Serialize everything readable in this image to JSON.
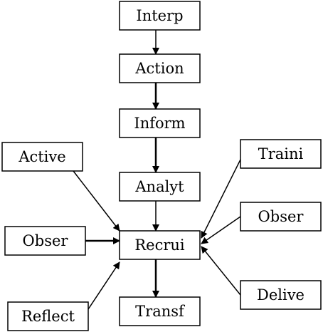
{
  "diagram": {
    "nodes": {
      "interp": {
        "label": "Interp"
      },
      "action": {
        "label": "Action"
      },
      "inform": {
        "label": "Inform"
      },
      "analyt": {
        "label": "Analyt"
      },
      "recrui": {
        "label": "Recrui"
      },
      "transf": {
        "label": "Transf"
      },
      "active": {
        "label": "Active"
      },
      "obser_l": {
        "label": "Obser"
      },
      "reflect": {
        "label": "Reflect"
      },
      "traini": {
        "label": "Traini"
      },
      "obser_r": {
        "label": "Obser"
      },
      "delive": {
        "label": "Delive"
      }
    },
    "edges": [
      {
        "from": "interp",
        "to": "action"
      },
      {
        "from": "action",
        "to": "inform"
      },
      {
        "from": "inform",
        "to": "analyt"
      },
      {
        "from": "analyt",
        "to": "recrui"
      },
      {
        "from": "recrui",
        "to": "transf"
      },
      {
        "from": "active",
        "to": "recrui"
      },
      {
        "from": "obser_l",
        "to": "recrui"
      },
      {
        "from": "reflect",
        "to": "recrui"
      },
      {
        "from": "traini",
        "to": "recrui"
      },
      {
        "from": "obser_r",
        "to": "recrui"
      },
      {
        "from": "delive",
        "to": "recrui"
      }
    ]
  }
}
